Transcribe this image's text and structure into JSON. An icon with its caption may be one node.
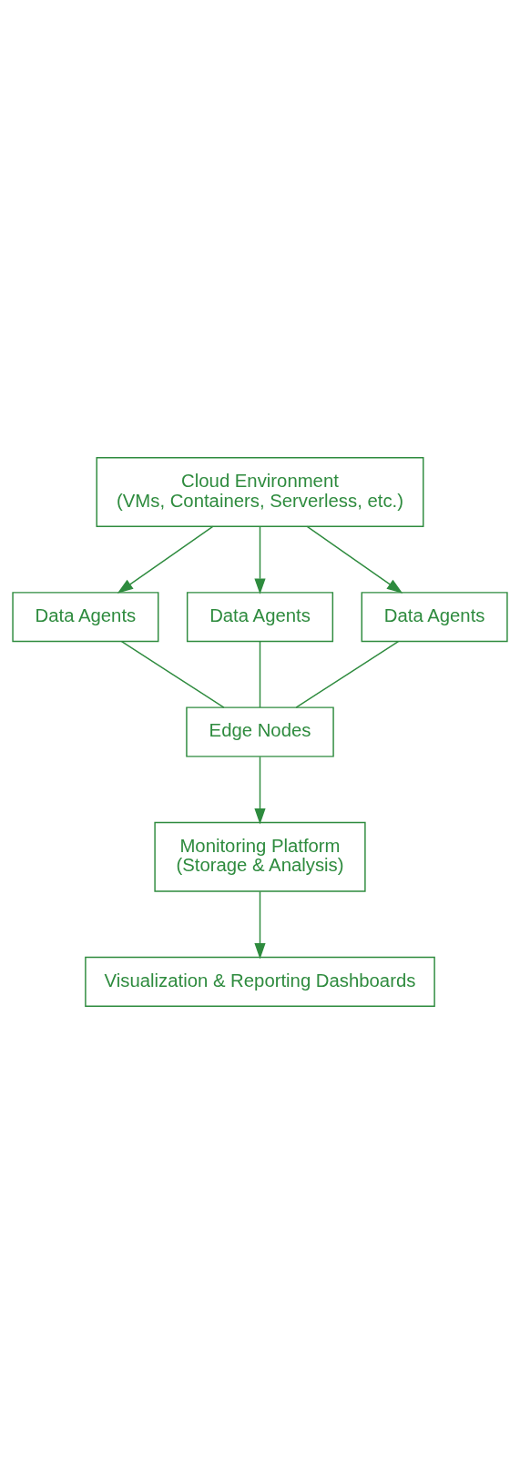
{
  "diagram": {
    "nodes": [
      {
        "text": [
          "Cloud Environment",
          "(VMs, Containers, Serverless, etc.)"
        ]
      },
      {
        "text": [
          "Data Agents"
        ]
      },
      {
        "text": [
          "Data Agents"
        ]
      },
      {
        "text": [
          "Data Agents"
        ]
      },
      {
        "text": [
          "Edge Nodes"
        ]
      },
      {
        "text": [
          "Monitoring Platform",
          "(Storage & Analysis)"
        ]
      },
      {
        "text": [
          "Visualization & Reporting Dashboards"
        ]
      }
    ],
    "edges": [
      {
        "from": 0,
        "to": 1,
        "arrow": "to"
      },
      {
        "from": 0,
        "to": 2,
        "arrow": "to"
      },
      {
        "from": 0,
        "to": 3,
        "arrow": "to"
      },
      {
        "from": 1,
        "to": 4,
        "arrow": "none"
      },
      {
        "from": 2,
        "to": 4,
        "arrow": "none"
      },
      {
        "from": 3,
        "to": 4,
        "arrow": "none"
      },
      {
        "from": 4,
        "to": 5,
        "arrow": "to"
      },
      {
        "from": 5,
        "to": 6,
        "arrow": "to"
      }
    ]
  }
}
